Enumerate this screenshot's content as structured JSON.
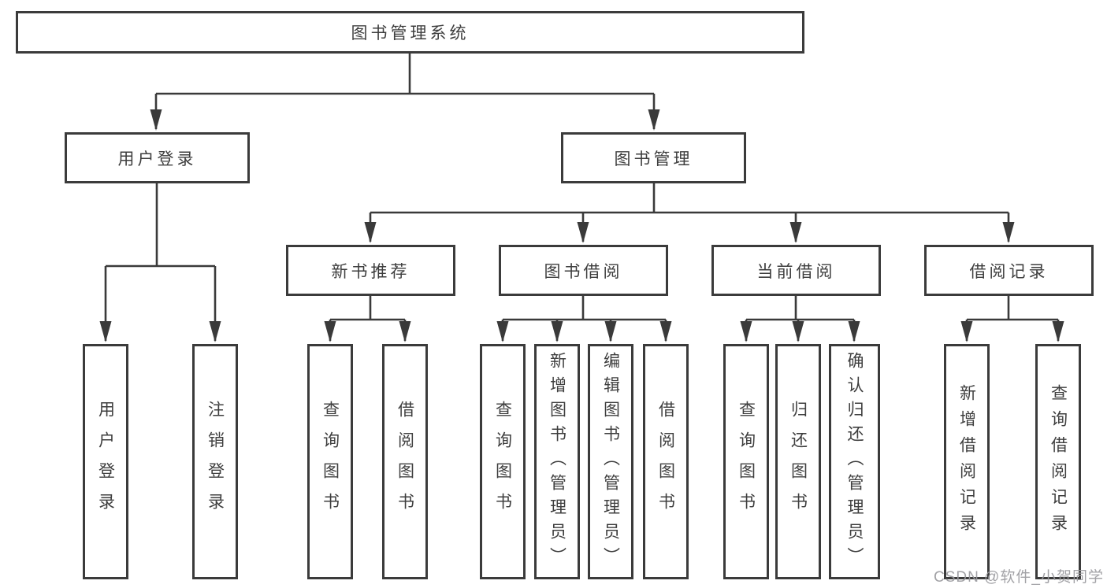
{
  "tree": {
    "root": {
      "label": "图书管理系统",
      "children": [
        {
          "label": "用户登录",
          "children": [
            {
              "label": "用户登录"
            },
            {
              "label": "注销登录"
            }
          ]
        },
        {
          "label": "图书管理",
          "children": [
            {
              "label": "新书推荐",
              "children": [
                {
                  "label": "查询图书"
                },
                {
                  "label": "借阅图书"
                }
              ]
            },
            {
              "label": "图书借阅",
              "children": [
                {
                  "label": "查询图书"
                },
                {
                  "label": "新增图书（管理员）"
                },
                {
                  "label": "编辑图书（管理员）"
                },
                {
                  "label": "借阅图书"
                }
              ]
            },
            {
              "label": "当前借阅",
              "children": [
                {
                  "label": "查询图书"
                },
                {
                  "label": "归还图书"
                },
                {
                  "label": "确认归还（管理员）"
                }
              ]
            },
            {
              "label": "借阅记录",
              "children": [
                {
                  "label": "新增借阅记录"
                },
                {
                  "label": "查询借阅记录"
                }
              ]
            }
          ]
        }
      ]
    }
  },
  "watermark": {
    "text": "CSDN @软件_小贺同学",
    "color": "#9a9a9e"
  },
  "colors": {
    "line": "#3a3a3a",
    "border": "#3b3b3b",
    "text": "#3e3e3e",
    "background": "#ffffff"
  }
}
